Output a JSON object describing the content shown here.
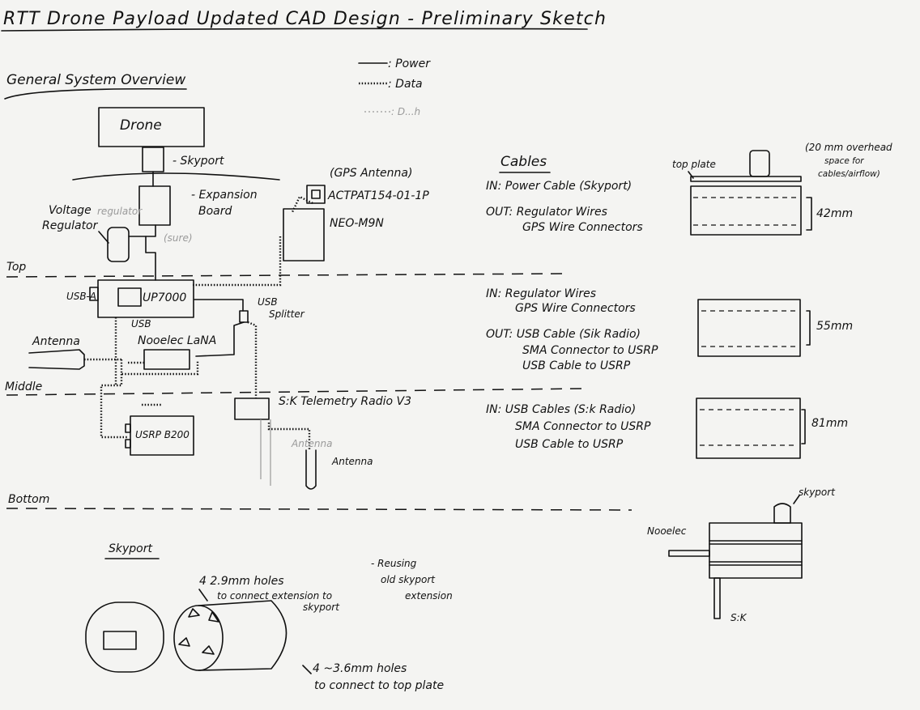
{
  "title": "RTT Drone Payload Updated CAD Design - Preliminary Sketch",
  "legend": {
    "power": ": Power",
    "data": ": Data",
    "faint": ": D...h"
  },
  "overview": {
    "heading": "General System Overview",
    "drone": "Drone",
    "skyport": "- Skyport",
    "expansion_board_1": "- Expansion",
    "expansion_board_2": "Board",
    "voltage_regulator_1": "Voltage",
    "voltage_regulator_2": "Regulator",
    "gps_antenna": "(GPS Antenna)",
    "gps_antenna_part": "ACTPAT154-01-1P",
    "neo": "NEO-M9N",
    "faint_note_1": "regulator",
    "faint_note_2": "(sure)"
  },
  "layers": {
    "top": "Top",
    "middle": "Middle",
    "bottom": "Bottom"
  },
  "components": {
    "usb_a": "USB-A",
    "up7000": "UP7000",
    "usb": "USB",
    "usb_splitter_1": "USB",
    "usb_splitter_2": "Splitter",
    "antenna_left": "Antenna",
    "nooelec": "Nooelec LaNA",
    "usrp": "USRP B200",
    "sik_radio": "S:K Telemetry Radio V3",
    "antenna_sik_faint": "Antenna",
    "antenna_sik": "Antenna"
  },
  "cables": {
    "heading": "Cables",
    "top_in": "IN: Power Cable (Skyport)",
    "top_out_1": "OUT: Regulator Wires",
    "top_out_2": "GPS Wire Connectors",
    "mid_in_1": "IN: Regulator Wires",
    "mid_in_2": "GPS Wire Connectors",
    "mid_out_1": "OUT: USB Cable (Sik Radio)",
    "mid_out_2": "SMA Connector to USRP",
    "mid_out_3": "USB Cable to USRP",
    "bot_in_1": "IN: USB Cables (S:k Radio)",
    "bot_in_2": "SMA Connector to USRP",
    "bot_in_3": "USB Cable to USRP"
  },
  "side_views": {
    "top_plate": "top plate",
    "overhead_1": "(20 mm overhead",
    "overhead_2": "space for",
    "overhead_3": "cables/airflow)",
    "dim_top": "42mm",
    "dim_mid": "55mm",
    "dim_bot": "81mm"
  },
  "assembly": {
    "skyport": "skyport",
    "nooelec": "Nooelec",
    "sik": "S:K"
  },
  "skyport_detail": {
    "heading": "Skyport",
    "holes_29_1": "4  2.9mm holes",
    "holes_29_2": "to connect extension to",
    "holes_29_3": "skyport",
    "reusing_1": "- Reusing",
    "reusing_2": "old skyport",
    "reusing_3": "extension",
    "holes_36_1": "4  ~3.6mm holes",
    "holes_36_2": "to connect to top plate"
  }
}
